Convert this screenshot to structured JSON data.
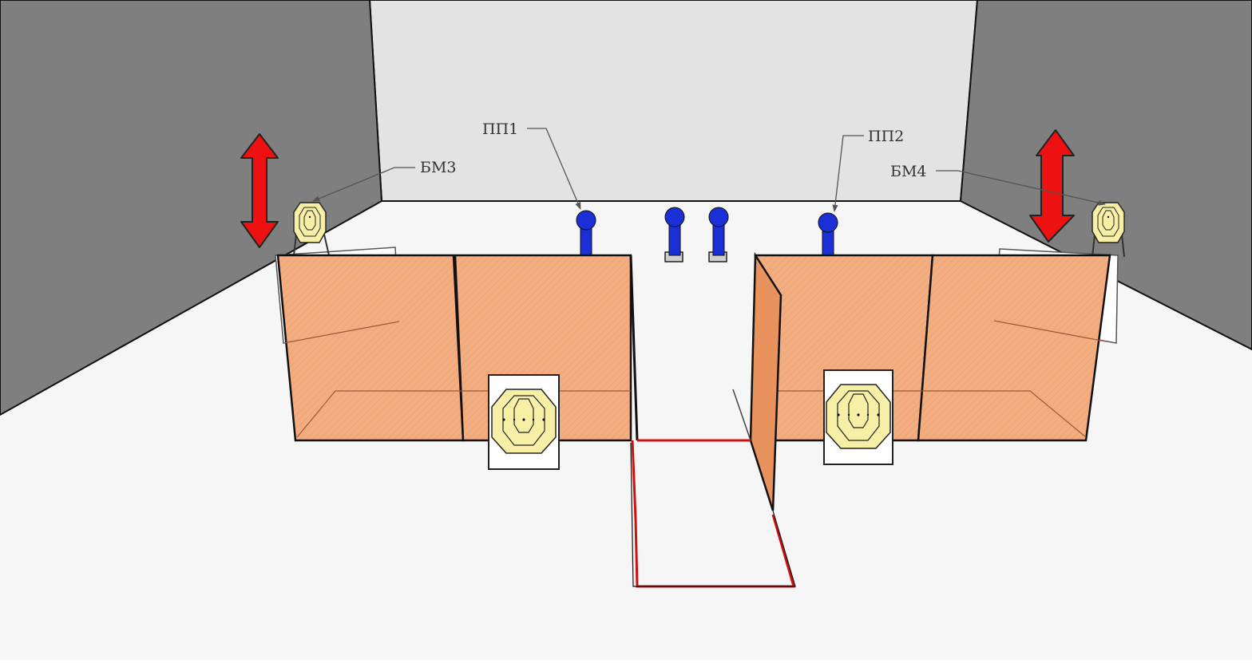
{
  "labels": {
    "pp1": "ПП1",
    "pp2": "ПП2",
    "bm3": "БМ3",
    "bm4": "БМ4"
  },
  "colors": {
    "wall_side": "#7f7f7f",
    "wall_back": "#e3e3e3",
    "floor": "#f6f6f6",
    "panel_fill": "#f0a878",
    "popper": "#1a2fd6",
    "arrow": "#ee1111",
    "target_fill": "#f7efa6",
    "fault_line": "#cc1111"
  }
}
